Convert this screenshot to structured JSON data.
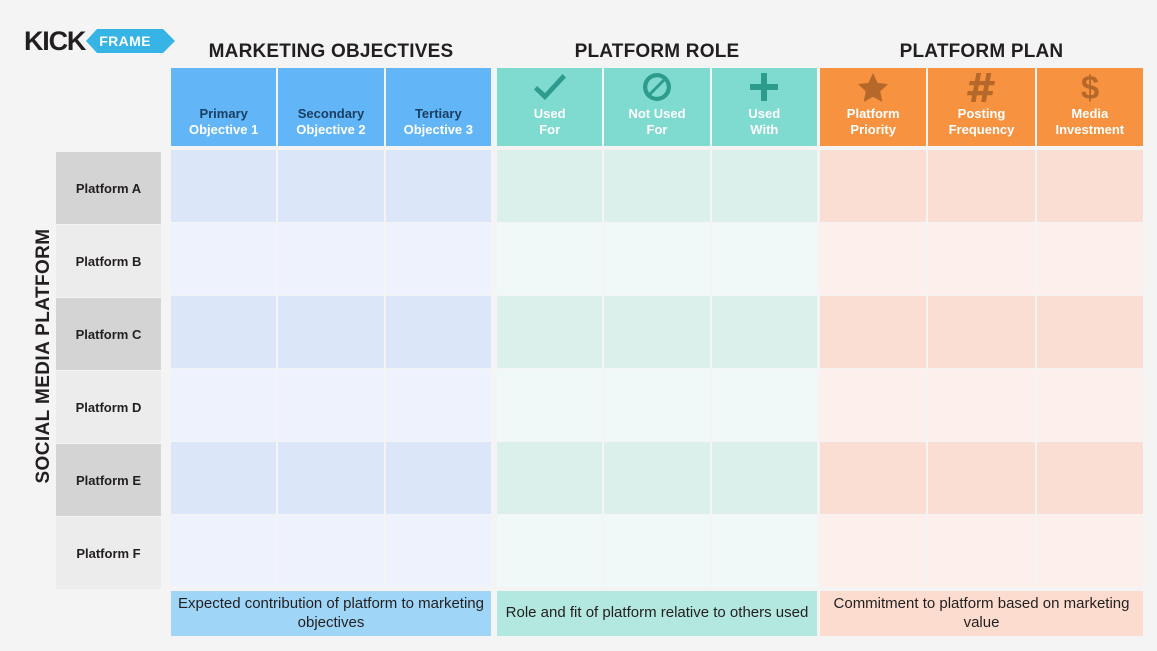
{
  "logo": {
    "primary": "KICK",
    "secondary": "FRAME",
    "accent": "#35b4e5"
  },
  "axis": {
    "vertical_label": "SOCIAL MEDIA PLATFORM"
  },
  "rows": [
    {
      "label": "Platform A",
      "shade": "dark"
    },
    {
      "label": "Platform B",
      "shade": "light"
    },
    {
      "label": "Platform C",
      "shade": "dark"
    },
    {
      "label": "Platform D",
      "shade": "light"
    },
    {
      "label": "Platform E",
      "shade": "dark"
    },
    {
      "label": "Platform F",
      "shade": "light"
    }
  ],
  "groups": [
    {
      "id": "marketing",
      "title": "MARKETING OBJECTIVES",
      "header_color": "#62b5f6",
      "footer_color": "#9fd5f7",
      "columns": [
        {
          "line1": "Primary",
          "line2": "Objective 1",
          "icon": ""
        },
        {
          "line1": "Secondary",
          "line2": "Objective 2",
          "icon": ""
        },
        {
          "line1": "Tertiary",
          "line2": "Objective 3",
          "icon": ""
        }
      ],
      "footer": "Expected contribution of platform to marketing objectives"
    },
    {
      "id": "role",
      "title": "PLATFORM ROLE",
      "header_color": "#7fdbd0",
      "footer_color": "#b3e8e0",
      "columns": [
        {
          "line1": "Used",
          "line2": "For",
          "icon": "checkmark-icon"
        },
        {
          "line1": "Not Used",
          "line2": "For",
          "icon": "prohibited-icon"
        },
        {
          "line1": "Used",
          "line2": "With",
          "icon": "plus-icon"
        }
      ],
      "footer": "Role and fit of platform relative to others used"
    },
    {
      "id": "plan",
      "title": "PLATFORM PLAN",
      "header_color": "#f79340",
      "footer_color": "#fbdccf",
      "columns": [
        {
          "line1": "Platform",
          "line2": "Priority",
          "icon": "star-icon"
        },
        {
          "line1": "Posting",
          "line2": "Frequency",
          "icon": "hash-icon"
        },
        {
          "line1": "Media",
          "line2": "Investment",
          "icon": "dollar-icon"
        }
      ],
      "footer": "Commitment to platform based on marketing value"
    }
  ]
}
